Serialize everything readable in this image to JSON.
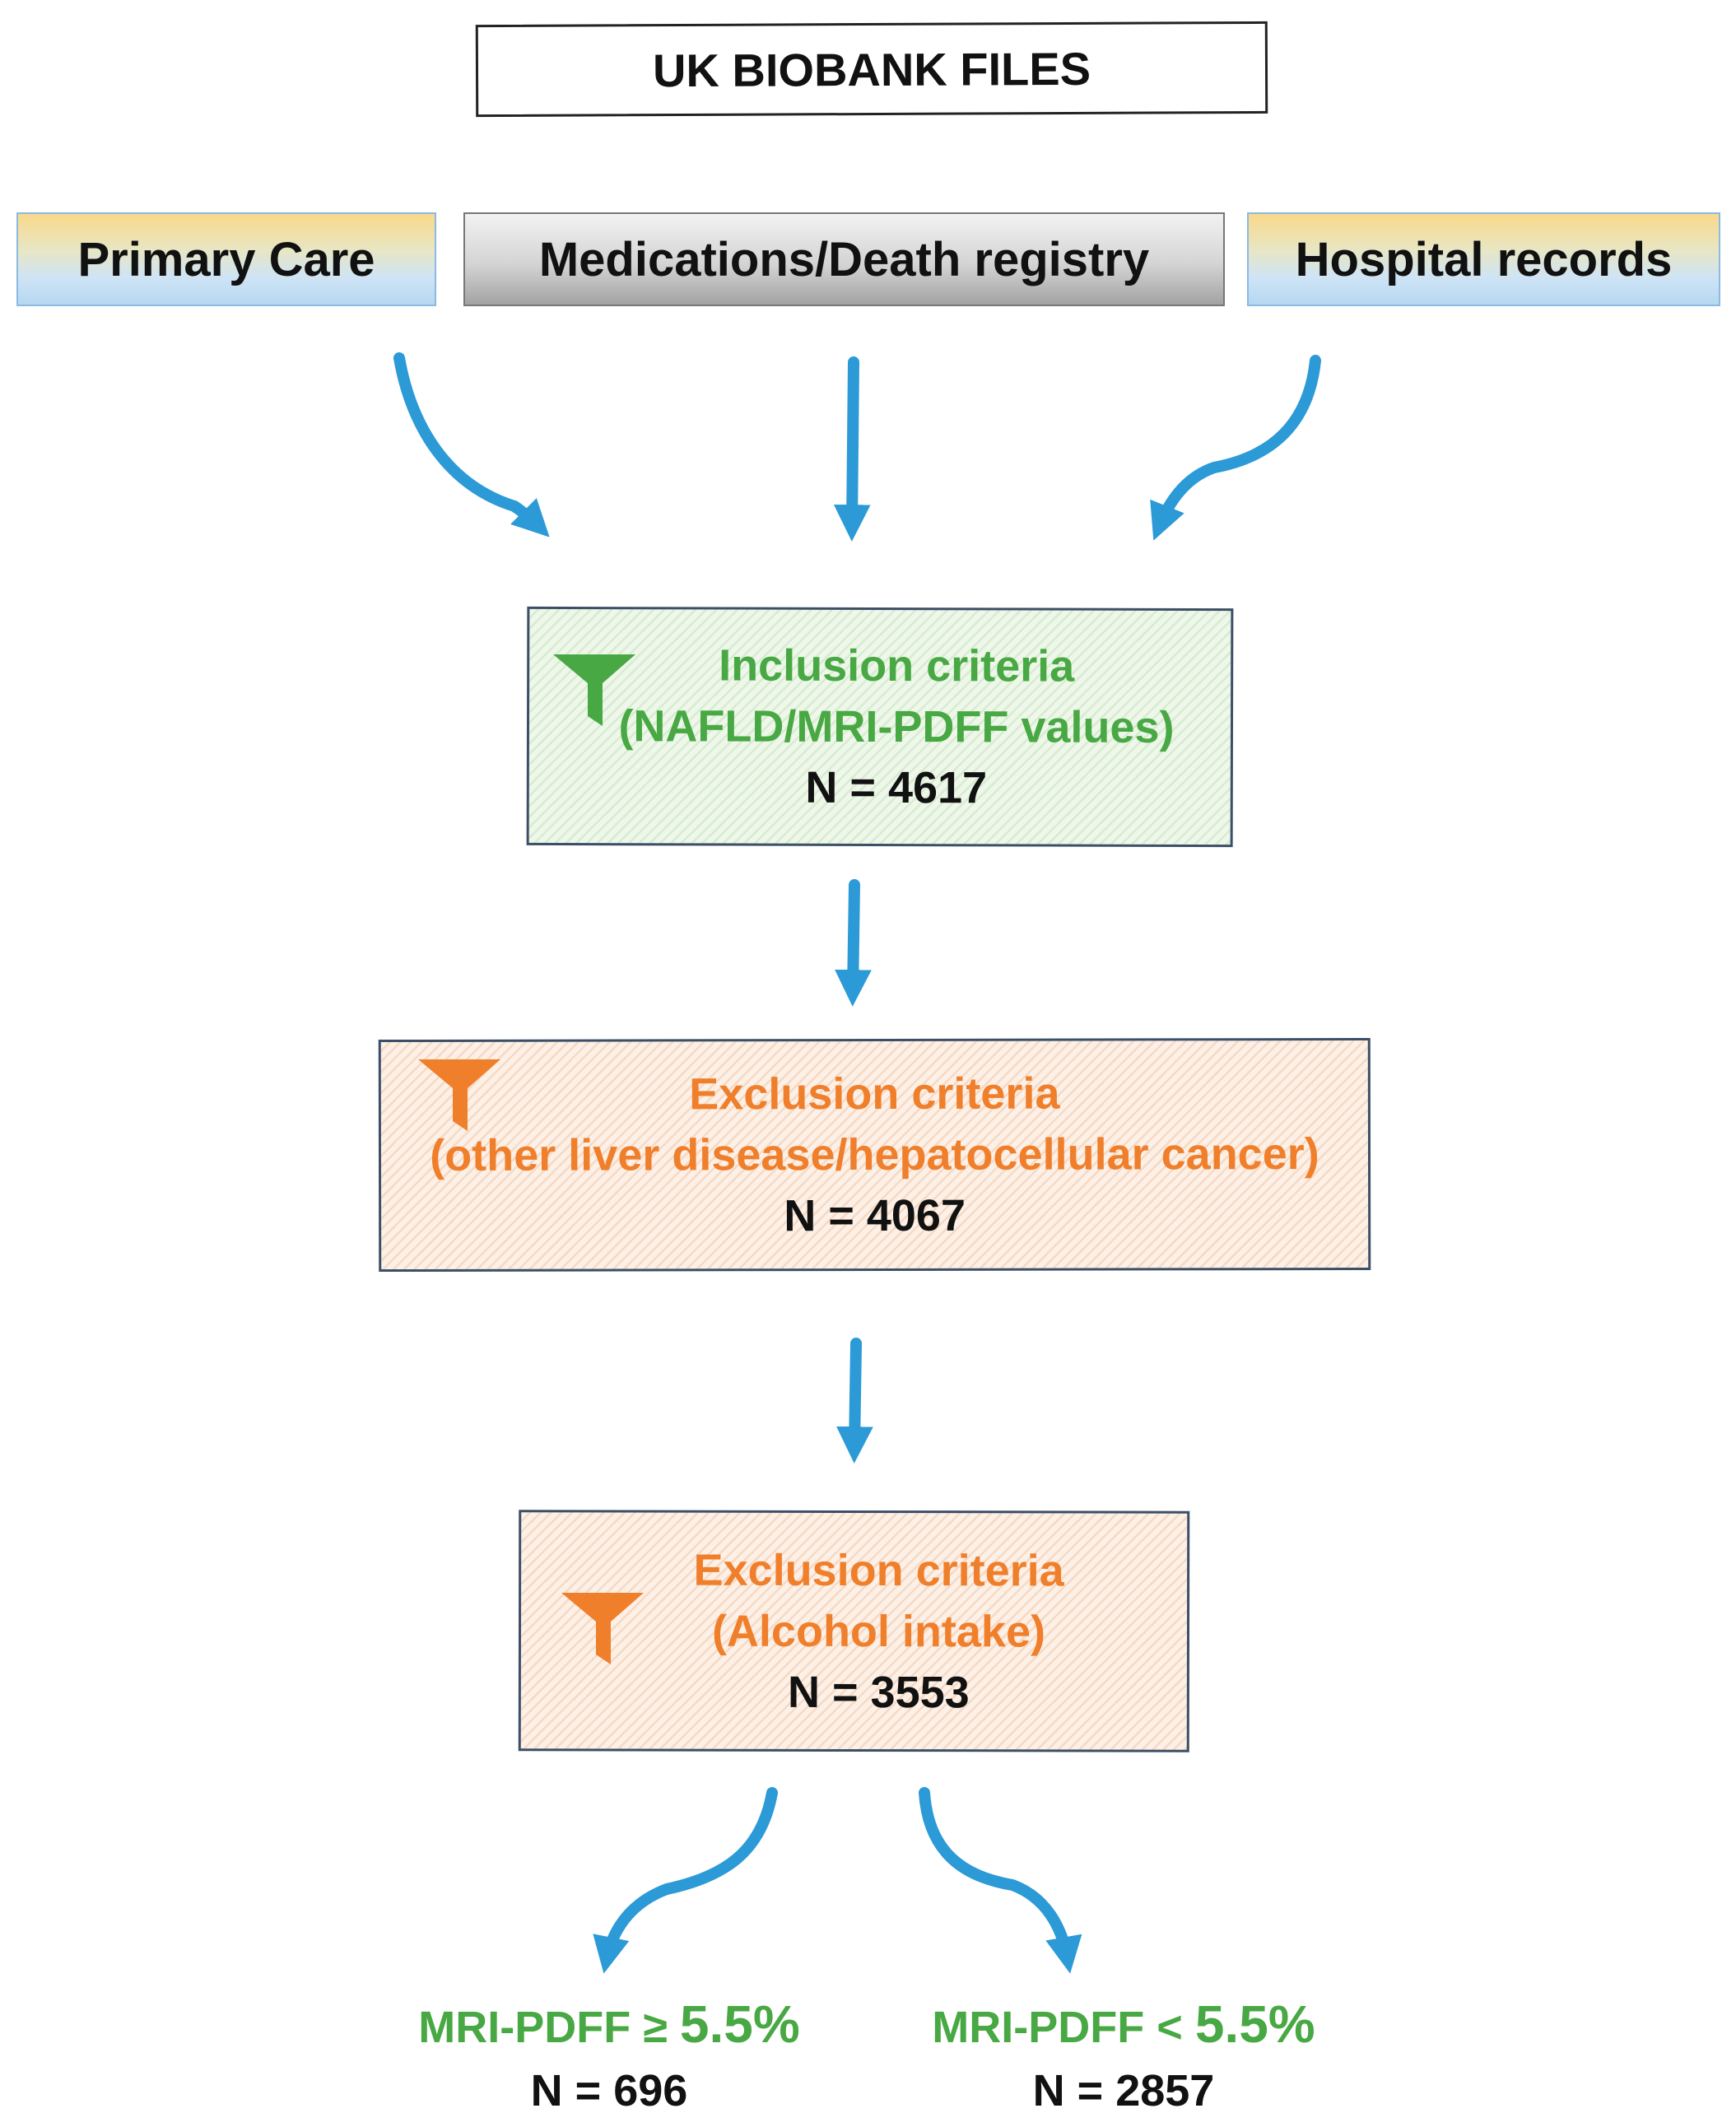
{
  "title": "UK BIOBANK FILES",
  "sources": {
    "primary_care": "Primary Care",
    "medications_death": "Medications/Death registry",
    "hospital_records": "Hospital records"
  },
  "inclusion": {
    "line1": "Inclusion criteria",
    "line2": "(NAFLD/MRI-PDFF values)",
    "n": "N = 4617"
  },
  "exclusion_liver": {
    "line1": "Exclusion criteria",
    "line2": "(other liver disease/hepatocellular cancer)",
    "n": "N = 4067"
  },
  "exclusion_alcohol": {
    "line1": "Exclusion criteria",
    "line2": "(Alcohol intake)",
    "n": "N = 3553"
  },
  "results": {
    "high": {
      "label": "MRI-PDFF",
      "op": "≥",
      "value": "5.5%",
      "n": "N = 696"
    },
    "low": {
      "label": "MRI-PDFF",
      "op": "<",
      "value": "5.5%",
      "n": "N = 2857"
    }
  },
  "colors": {
    "arrow": "#2b9ad6",
    "inclusion": "#48a843",
    "exclusion": "#f07f2c",
    "box_border": "#3b4f66"
  },
  "icons": {
    "inclusion_filter": "funnel-icon",
    "exclusion_filter": "funnel-icon"
  }
}
